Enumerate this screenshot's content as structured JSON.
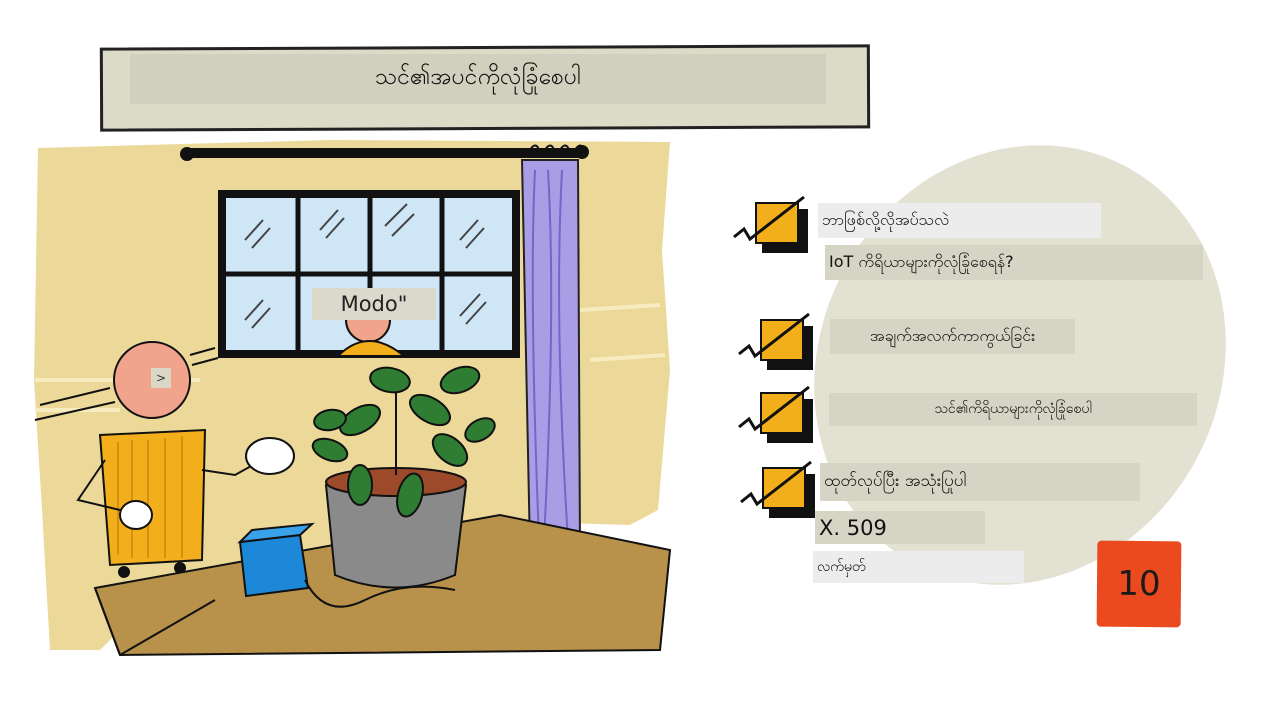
{
  "title": "သင်၏အပင်ကိုလုံခြုံစေပါ",
  "illustration": {
    "window_label": "Modo\"",
    "face_label": ">"
  },
  "checklist": [
    {
      "label": "ဘာဖြစ်လို့လိုအပ်သလဲ"
    },
    {
      "label": "IoT ကိရိယာများကိုလုံခြုံစေရန်?"
    },
    {
      "label": "အချက်အလက်ကာကွယ်ခြင်း"
    },
    {
      "label": "သင်၏ကိရိယာများကိုလုံခြုံစေပါ"
    },
    {
      "label": "ထုတ်လုပ်ပြီး အသုံးပြုပါ"
    },
    {
      "label": "X. 509"
    },
    {
      "label": "လက်မှတ်"
    }
  ],
  "slide_number": "10",
  "colors": {
    "accent_orange": "#ea4a1e",
    "checkbox_yellow": "#f3ae1b",
    "label_bg": "#d6d5c5",
    "wall_yellow": "#ecd99a",
    "curtain_purple": "#a99ee6"
  }
}
